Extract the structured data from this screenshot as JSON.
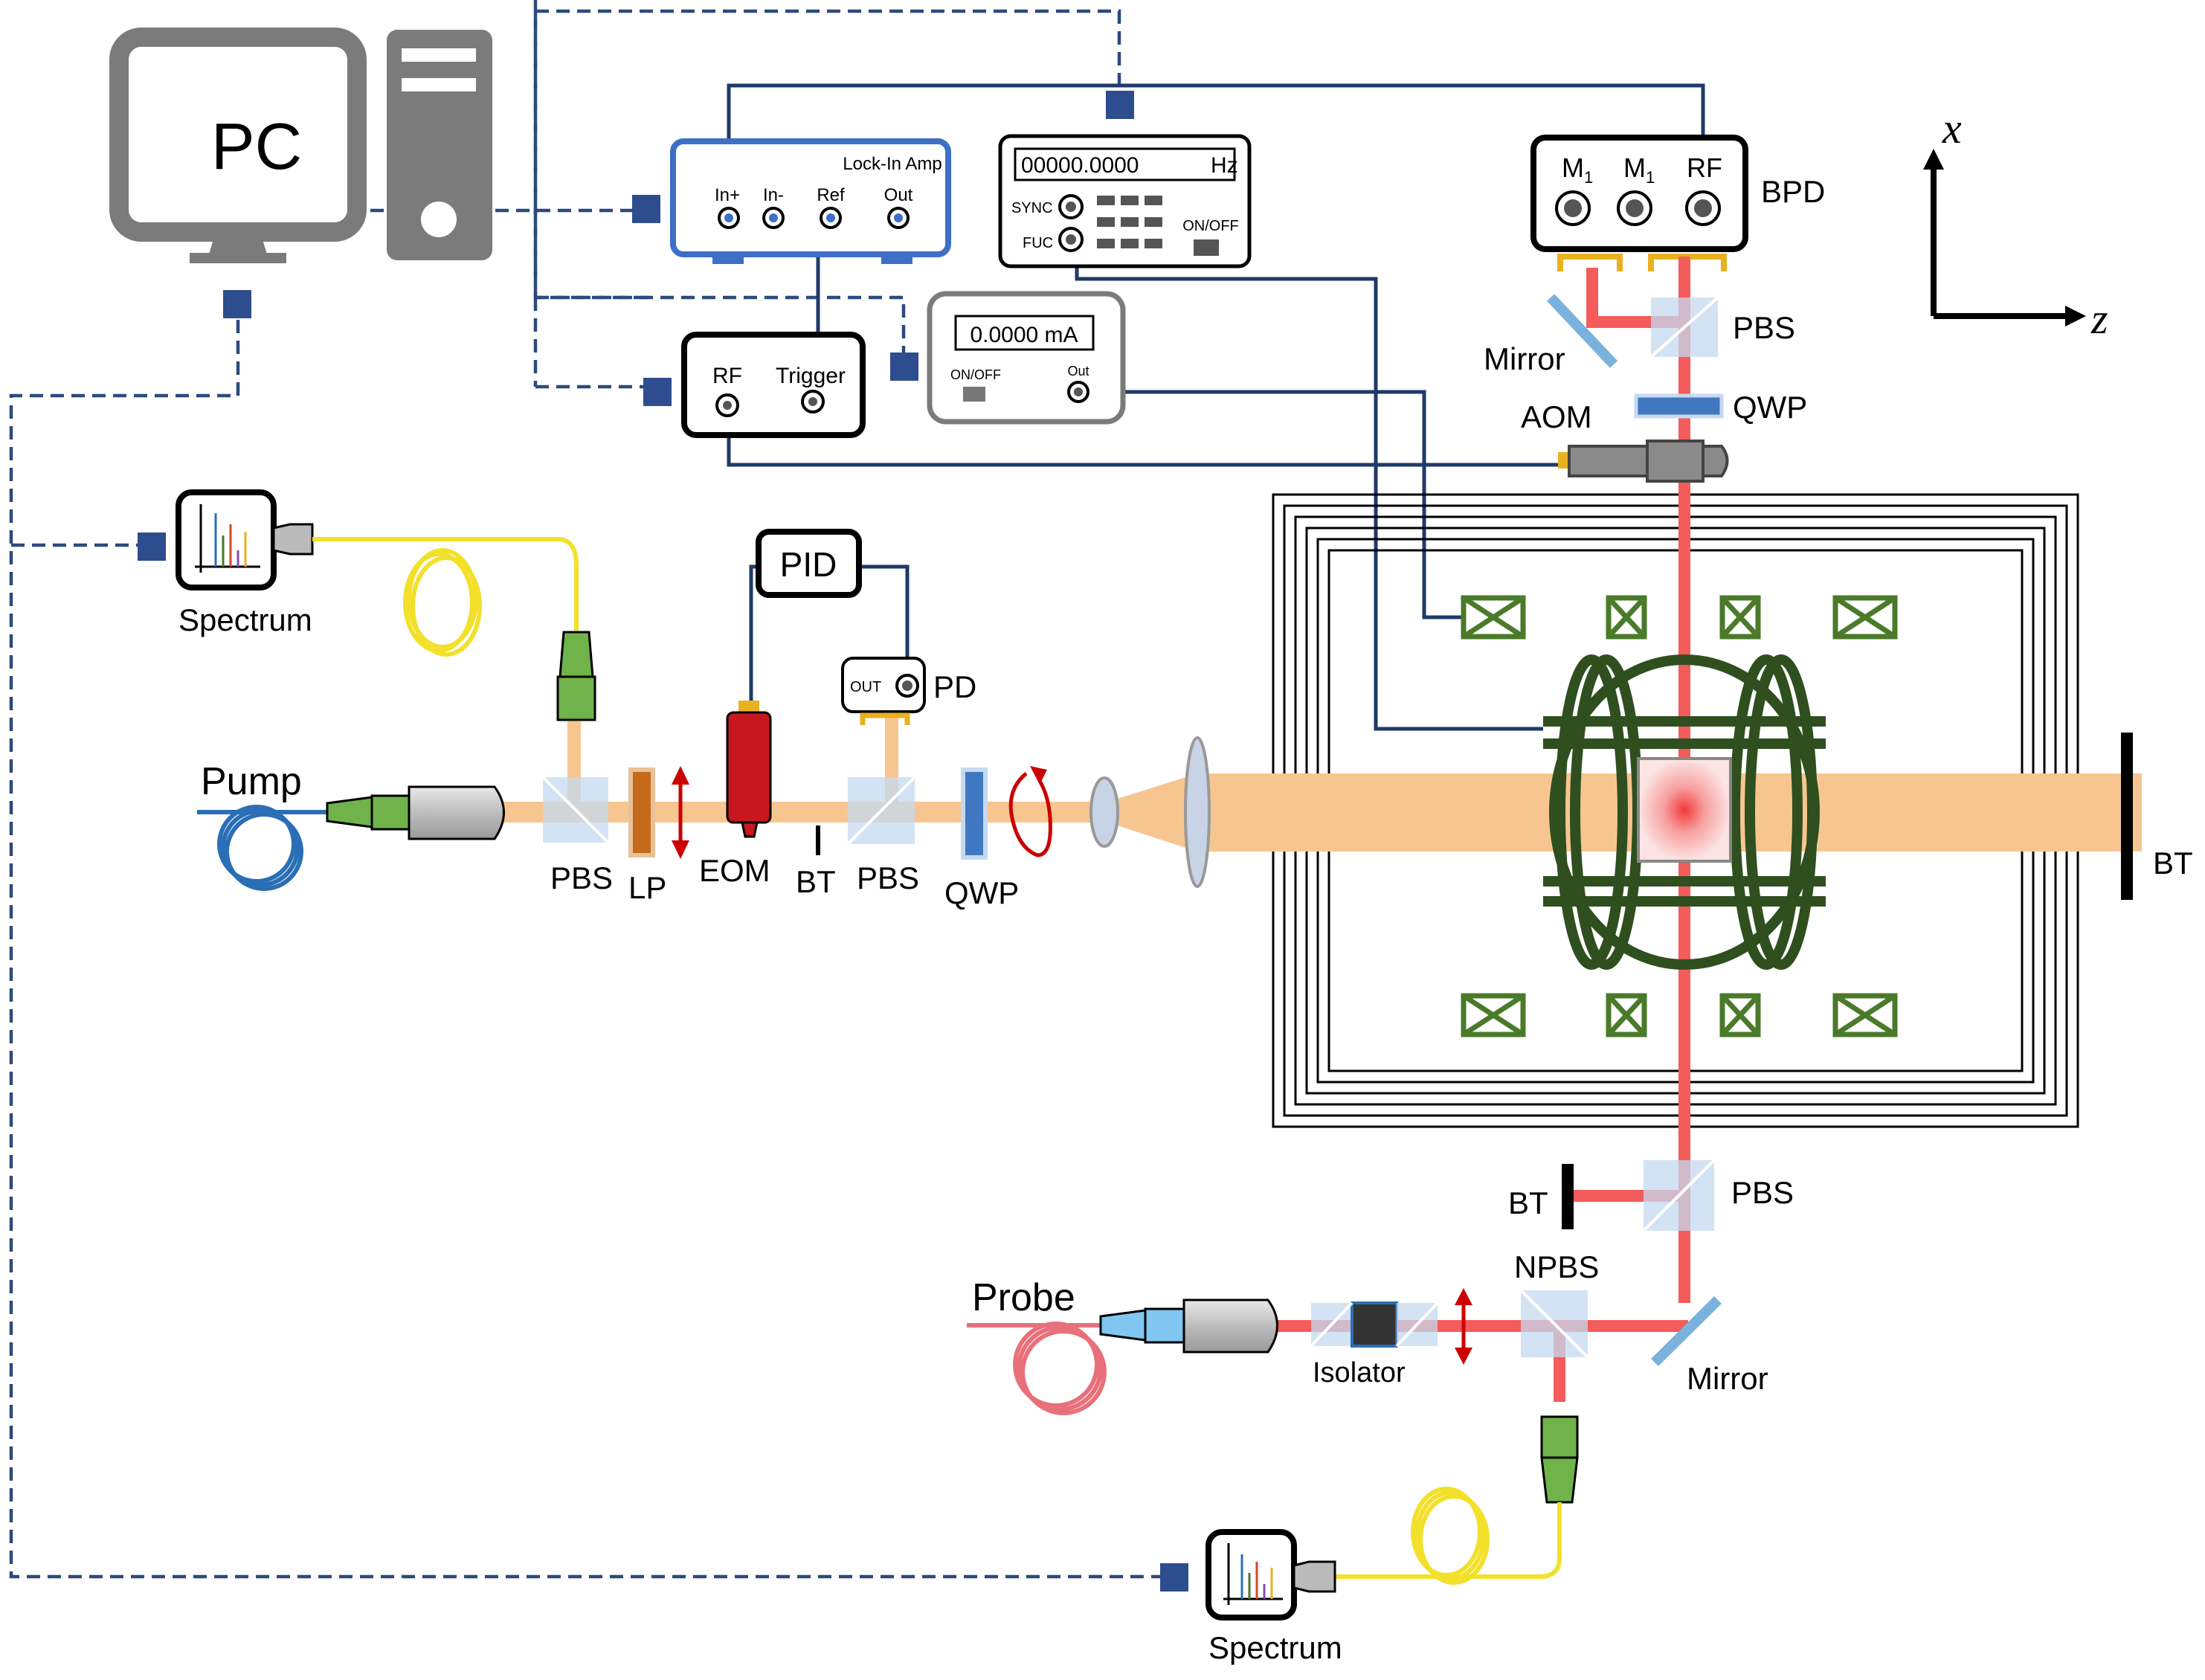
{
  "pc": {
    "label": "PC"
  },
  "lockin": {
    "title": "Lock-In Amp",
    "ports": [
      "In+",
      "In-",
      "Ref",
      "Out"
    ]
  },
  "funcgen": {
    "display": "00000.0000",
    "unit": "Hz",
    "sync": "SYNC",
    "fuc": "FUC",
    "onoff": "ON/OFF"
  },
  "current_source": {
    "display": "0.0000 mA",
    "onoff": "ON/OFF",
    "out": "Out"
  },
  "rf_driver": {
    "rf": "RF",
    "trigger": "Trigger"
  },
  "bpd": {
    "m1a": "M",
    "m1b": "M",
    "sub": "1",
    "rf": "RF",
    "label": "BPD"
  },
  "axes": {
    "x": "x",
    "z": "z"
  },
  "labels": {
    "mirror_top": "Mirror",
    "pbs_top": "PBS",
    "qwp_top": "QWP",
    "aom": "AOM",
    "pid": "PID",
    "pd": "PD",
    "pd_out": "OUT",
    "spectrum_top": "Spectrum",
    "pump": "Pump",
    "pbs1": "PBS",
    "lp": "LP",
    "eom": "EOM",
    "bt_eom": "BT",
    "pbs2": "PBS",
    "qwp_pump": "QWP",
    "bt_right": "BT",
    "bt_probe": "BT",
    "pbs_probe": "PBS",
    "npbs": "NPBS",
    "probe": "Probe",
    "isolator": "Isolator",
    "mirror_bottom": "Mirror",
    "spectrum_bottom": "Spectrum"
  },
  "colors": {
    "pump_beam": "#f7c690",
    "probe_beam": "#f45b5b",
    "fiber_pump": "#2a6fb5",
    "fiber_probe": "#e8707a",
    "fiber_yellow": "#f2e02a",
    "coil_green": "#2f4f1f",
    "box_blue": "#3d6fc7"
  }
}
